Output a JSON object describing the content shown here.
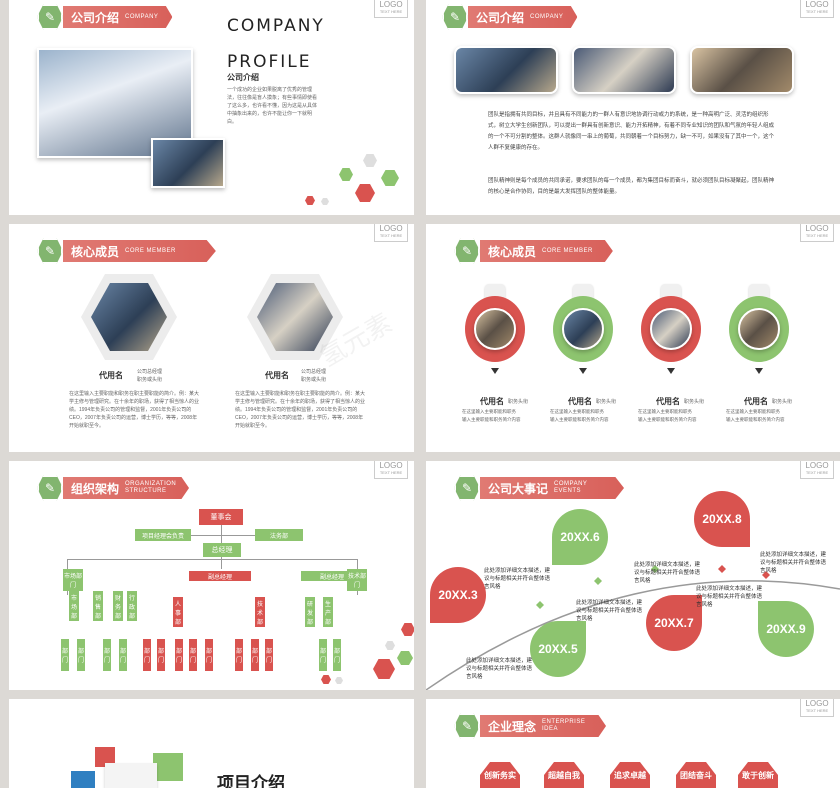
{
  "colors": {
    "accent_red": "#d9534f",
    "accent_green": "#8dc46f",
    "bg": "#dcd9d5"
  },
  "logo": {
    "text": "LOGO",
    "sub": "TEXT HERE"
  },
  "slide1": {
    "tag_cn": "公司介绍",
    "tag_en": "COMPANY",
    "heading1": "COMPANY",
    "heading2": "PROFILE",
    "subtitle": "公司介绍",
    "body": "一个成功的企业如果脱离了优秀的管理法，往往像是盲人摸象；有些事情即使看了这么多，也许看不懂，因为这是从具体中抽象出来的，也许不能让你一下就明白。"
  },
  "slide2": {
    "tag_cn": "公司介绍",
    "tag_en": "COMPANY",
    "para1": "团队是指拥有共同目标，并且具有不同能力的一群人有意识地协调行动或力的系统，是一种高明广泛、灵活的组织形式，树立大学生创新团队，可以提出一群具有创新意识、能力开拓精神，有着不同专业知识的团队和气氛的年轻人组成的一个不可分割的整体。这群人就像同一串上的葡萄，共同朝着一个目标努力，缺一不可，如果没有了其中一个，这个人群不复健康的存在。",
    "para2": "团队精神则是每个成员的共同承诺，要求团队的每一个成员，都为集团目标而奋斗，就必须团队目标凝聚起，团队精神的核心是合作协同，目的是最大发挥团队的整体能量。"
  },
  "slide3": {
    "tag_cn": "核心成员",
    "tag_en": "CORE MEMBER",
    "members": [
      {
        "name": "代用名",
        "role": "公司总经理\n职务或头衔",
        "desc": "在这里输入主要职能和职务在职主要职能的简介。例：某大学主修与管理研究。在十余年的职场，获得了相当惊人的业绩。1994年负责公司的管理和监督，2001年负责公司的CEO，2007年负责公司的运营，博士学历，等等，2008年开始就职至今。"
      },
      {
        "name": "代用名",
        "role": "公司总经理\n职务或头衔",
        "desc": "在这里输入主要职能和职务在职主要职能的简介。例：某大学主修与管理研究。在十余年的职场，获得了相当惊人的业绩。1994年负责公司的管理和监督，2001年负责公司的CEO，2007年负责公司的运营，博士学历，等等，2008年开始就职至今。"
      }
    ]
  },
  "slide4": {
    "tag_cn": "核心成员",
    "tag_en": "CORE MEMBER",
    "members": [
      {
        "name": "代用名",
        "role": "职务头衔",
        "desc": "在这里输入主要职能和职务\n输入主要职能和职务简介内容"
      },
      {
        "name": "代用名",
        "role": "职务头衔",
        "desc": "在这里输入主要职能和职务\n输入主要职能和职务简介内容"
      },
      {
        "name": "代用名",
        "role": "职务头衔",
        "desc": "在这里输入主要职能和职务\n输入主要职能和职务简介内容"
      },
      {
        "name": "代用名",
        "role": "职务头衔",
        "desc": "在这里输入主要职能和职务\n输入主要职能和职务简介内容"
      }
    ]
  },
  "slide5": {
    "tag_cn": "组织架构",
    "tag_en": "ORGANIZATION STRUCTURE",
    "top": "董事会",
    "left_aux": "项目经理会负责",
    "right_aux": "法务部",
    "gm": "总经理",
    "vp_left": "副总经理",
    "vp_right": "副总经理",
    "dept1": "市场部",
    "dept2": "销售部",
    "dept3": "财务部",
    "dept4": "行政部",
    "dept5": "人事部",
    "dept6": "技术部",
    "dept7": "研发部",
    "dept8": "生产部",
    "leaf": "部门",
    "left_group": "市场部门",
    "right_group": "技术部门"
  },
  "slide6": {
    "tag_cn": "公司大事记",
    "tag_en": "COMPANY EVENTS",
    "events": [
      {
        "year": "20XX.3",
        "text": "此处添加详细文本描述，建议与标题相关并符合整体语言风格"
      },
      {
        "year": "20XX.6",
        "text": "此处添加详细文本描述，建议与标题相关并符合整体语言风格"
      },
      {
        "year": "20XX.5",
        "text": "此处添加详细文本描述，建议与标题相关并符合整体语言风格"
      },
      {
        "year": "20XX.7",
        "text": "此处添加详细文本描述，建议与标题相关并符合整体语言风格"
      },
      {
        "year": "20XX.8",
        "text": "此处添加详细文本描述，建议与标题相关并符合整体语言风格"
      },
      {
        "year": "20XX.9",
        "text": "此处添加详细文本描述，建议与标题相关并符合整体语言风格"
      }
    ]
  },
  "slide7": {
    "title": "项目介绍"
  },
  "slide8": {
    "tag_cn": "企业理念",
    "tag_en": "ENTERPRISE IDEA",
    "ideas": [
      "创新务实",
      "超越自我",
      "追求卓越",
      "团结奋斗",
      "敢于创新"
    ]
  },
  "watermark": "氢元素"
}
